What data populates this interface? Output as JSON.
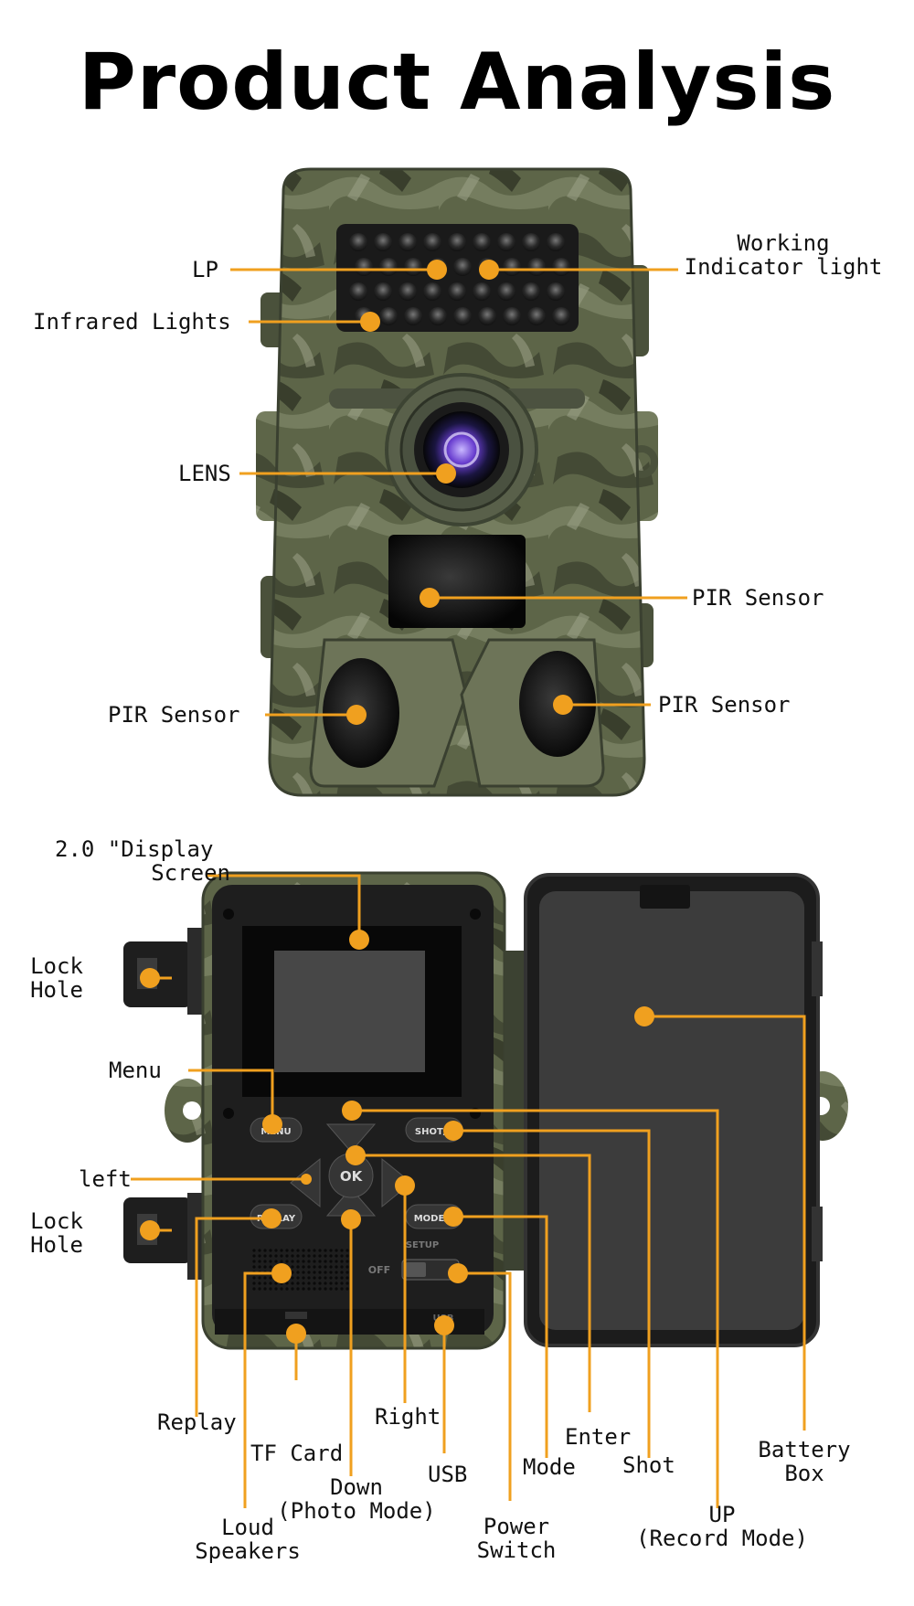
{
  "title": "Product Analysis",
  "colors": {
    "leader": "#f0a01f",
    "camo_base": "#5b6346",
    "camo_dark": "#39402c",
    "camo_light": "#8b9273"
  },
  "front_labels": {
    "lp": "LP",
    "working_indicator": [
      "Working",
      "Indicator light"
    ],
    "infrared_lights": "Infrared Lights",
    "lens": "LENS",
    "pir_sensor_center": "PIR Sensor",
    "pir_sensor_left": "PIR Sensor",
    "pir_sensor_right": "PIR Sensor"
  },
  "back_labels": {
    "display_screen": [
      "2.0 \"Display",
      "Screen"
    ],
    "lock_hole_top": [
      "Lock",
      "Hole"
    ],
    "menu": "Menu",
    "left": "left",
    "lock_hole_bottom": [
      "Lock",
      "Hole"
    ],
    "replay": "Replay",
    "tf_card": "TF Card",
    "loud_speakers": [
      "Loud",
      "Speakers"
    ],
    "down": [
      "Down",
      "(Photo Mode)"
    ],
    "right": "Right",
    "usb": "USB",
    "power_switch": [
      "Power",
      "Switch"
    ],
    "mode": "Mode",
    "enter": "Enter",
    "shot": "Shot",
    "up": [
      "UP",
      "(Record Mode)"
    ],
    "battery_box": [
      "Battery",
      "Box"
    ]
  },
  "device_buttons": {
    "menu": "MENU",
    "shot": "SHOT/▲",
    "ok": "OK",
    "replay": "REPLAY",
    "mode": "MODE/C",
    "off": "OFF",
    "setup": "SETUP",
    "usb": "USB"
  }
}
